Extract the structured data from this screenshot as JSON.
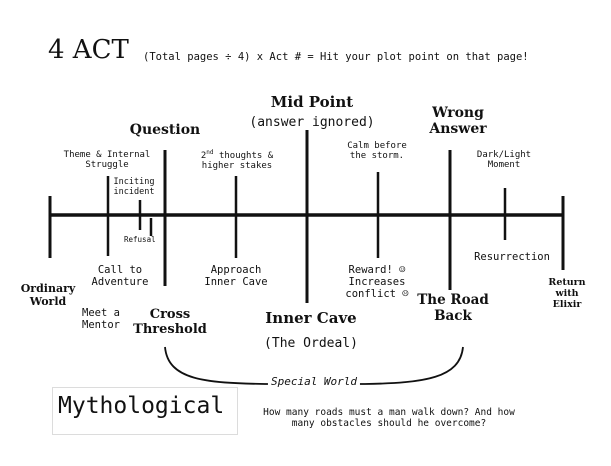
{
  "header": {
    "title": "4 ACT",
    "formula": "(Total pages ÷ 4) x Act # = Hit your plot point on that page!"
  },
  "milestones": {
    "question": "Question",
    "mid_point": "Mid Point",
    "answer_ignored": "(answer ignored)",
    "wrong_answer": "Wrong\nAnswer"
  },
  "labels_above": {
    "theme": "Theme & Internal\nStruggle",
    "inciting": "Inciting\nincident",
    "second_thoughts_prefix": "2",
    "second_thoughts_sup": "nd",
    "second_thoughts_rest": " thoughts &\nhigher stakes",
    "calm": "Calm before\nthe storm.",
    "dark_light": "Dark/Light\nMoment"
  },
  "labels_below": {
    "refusal": "Refusal",
    "ordinary_world": "Ordinary\nWorld",
    "call_to_adventure": "Call to\nAdventure",
    "meet_mentor": "Meet a\nMentor",
    "cross_threshold": "Cross\nThreshold",
    "approach": "Approach\nInner Cave",
    "inner_cave": "Inner Cave",
    "ordeal": "(The Ordeal)",
    "reward": "Reward! ☺\nIncreases\nconflict ☹",
    "road_back": "The Road\nBack",
    "resurrection": "Resurrection",
    "return_elixir": "Return\nwith\nElixir"
  },
  "special_world": "Special World",
  "mythological": "Mythological",
  "question_text": "How many roads must a man walk down? And how\nmany obstacles should he overcome?"
}
